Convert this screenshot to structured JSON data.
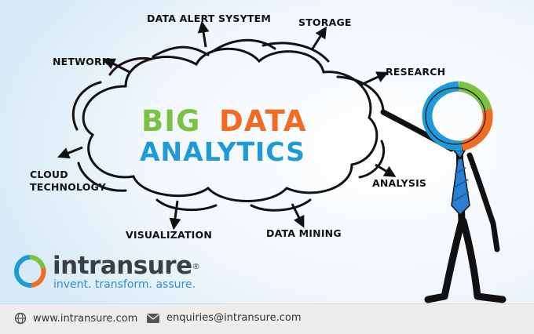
{
  "title": {
    "word_big": "BIG",
    "word_data": "DATA",
    "word_analytics": "ANALYTICS"
  },
  "labels": {
    "data_alert": "DATA ALERT SYSYTEM",
    "storage": "STORAGE",
    "network": "NETWORK",
    "research": "RESEARCH",
    "cloud_line1": "CLOUD",
    "cloud_line2": "TECHNOLOGY",
    "analysis": "ANALYSIS",
    "visualization": "VISUALIZATION",
    "data_mining": "DATA MINING"
  },
  "logo": {
    "name": "intransure",
    "registered": "®",
    "tagline": "invent. transform. assure."
  },
  "footer": {
    "website": "www.intransure.com",
    "email": "enquiries@intransure.com"
  },
  "colors": {
    "green": "#7cc142",
    "orange": "#f26b22",
    "blue": "#1e9ad6",
    "tie": "#2a7fd0"
  },
  "icons": {
    "website": "globe-icon",
    "email": "envelope-icon"
  }
}
